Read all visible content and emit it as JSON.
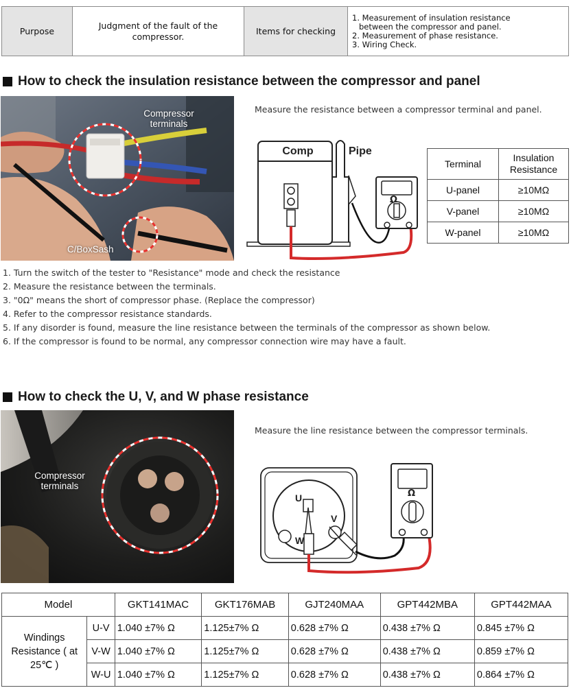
{
  "header_table": {
    "purpose_label": "Purpose",
    "purpose_value": "Judgment of the fault of the compressor.",
    "items_label": "Items for checking",
    "items": [
      "1. Measurement of insulation resistance",
      "between the compressor and panel.",
      "2. Measurement of phase resistance.",
      "3. Wiring Check."
    ]
  },
  "section1": {
    "title": "How to check the insulation resistance between the compressor and panel",
    "photo_caption_1": "Compressor terminals",
    "photo_caption_2": "C/BoxSash",
    "description": "Measure the resistance between a compressor terminal and panel.",
    "diagram_label_comp": "Comp",
    "diagram_label_pipe": "Pipe",
    "meter_symbol": "Ω",
    "insulation_table": {
      "headers": [
        "Terminal",
        "Insulation Resistance"
      ],
      "rows": [
        [
          "U-panel",
          "≥10MΩ"
        ],
        [
          "V-panel",
          "≥10MΩ"
        ],
        [
          "W-panel",
          "≥10MΩ"
        ]
      ]
    }
  },
  "steps": [
    "1. Turn the switch of the tester to  \"Resistance\" mode and check the resistance",
    "2. Measure the resistance between the terminals.",
    "3.  \"0Ω\"  means the short of  compressor phase. (Replace the compressor)",
    "4. Refer to the compressor resistance standards.",
    "5. If any disorder is found, measure the line resistance between the terminals of the compressor as shown below.",
    "6. If the compressor is found to be normal, any compressor connection wire may have a fault."
  ],
  "section2": {
    "title": "How to check the U, V, and W phase resistance",
    "photo_caption": "Compressor terminals",
    "description": "Measure the line resistance between the compressor terminals.",
    "terminal_u": "U",
    "terminal_v": "V",
    "terminal_w": "W",
    "meter_symbol": "Ω"
  },
  "windings_table": {
    "model_label": "Model",
    "row_label": "Windings Resistance ( at 25℃ )",
    "models": [
      "GKT141MAC",
      "GKT176MAB",
      "GJT240MAA",
      "GPT442MBA",
      "GPT442MAA"
    ],
    "rows": [
      {
        "phase": "U-V",
        "values": [
          "1.040 ±7% Ω",
          "1.125±7% Ω",
          "0.628 ±7% Ω",
          "0.438 ±7% Ω",
          "0.845 ±7% Ω"
        ]
      },
      {
        "phase": "V-W",
        "values": [
          "1.040 ±7% Ω",
          "1.125±7% Ω",
          "0.628 ±7% Ω",
          "0.438 ±7% Ω",
          "0.859 ±7% Ω"
        ]
      },
      {
        "phase": "W-U",
        "values": [
          "1.040 ±7% Ω",
          "1.125±7% Ω",
          "0.628 ±7% Ω",
          "0.438 ±7% Ω",
          "0.864 ±7% Ω"
        ]
      }
    ]
  },
  "colors": {
    "wire_red": "#d42a2a",
    "highlight_circle": "#e8322f",
    "header_shade": "#e4e4e4"
  }
}
